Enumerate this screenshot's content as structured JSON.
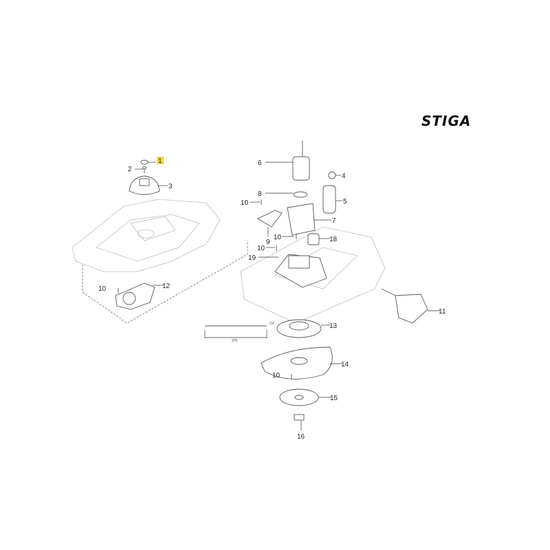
{
  "brand": "STIGA",
  "highlight_color": "#f5d742",
  "labels": {
    "p1": "1",
    "p2": "2",
    "p3": "3",
    "p4": "4",
    "p5": "5",
    "p6": "6",
    "p7": "7",
    "p8": "8",
    "p9": "9",
    "p10": "10",
    "p11": "11",
    "p12": "12",
    "p13": "13",
    "p14": "14",
    "p15": "15",
    "p16": "16",
    "p18": "18",
    "p19": "19"
  },
  "cable_tie": {
    "length": "370",
    "width": "3.6"
  }
}
